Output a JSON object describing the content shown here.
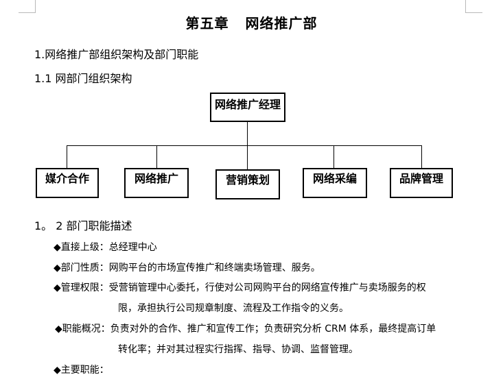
{
  "title": {
    "chapter": "第五章",
    "dept": "网络推广部"
  },
  "headings": {
    "h1": "1.网络推广部组织架构及部门职能",
    "h2": "1.1 网部门组织架构",
    "h3": "1。 2 部门职能描述"
  },
  "org": {
    "root": "网络推广经理",
    "children": [
      "媒介合作",
      "网络推广",
      "营销策划",
      "网络采编",
      "品牌管理"
    ]
  },
  "duties": [
    {
      "label": "◆直接上级：",
      "text": "总经理中心"
    },
    {
      "label": "◆部门性质：",
      "text": "网购平台的市场宣传推广和终端卖场管理、服务。"
    },
    {
      "label": "◆管理权限：",
      "text": "受营销管理中心委托，行使对公司网购平台的网络宣传推广与卖场服务的权",
      "cont": "限，承担执行公司规章制度、流程及工作指令的义务。"
    },
    {
      "label": "◆职能概况：",
      "text": "负责对外的合作、推广和宣传工作；负责研究分析 CRM 体系，最终提高订单",
      "cont": "转化率；并对其过程实行指挥、指导、协调、监督管理。"
    },
    {
      "label": "◆主要职能：",
      "text": ""
    }
  ]
}
